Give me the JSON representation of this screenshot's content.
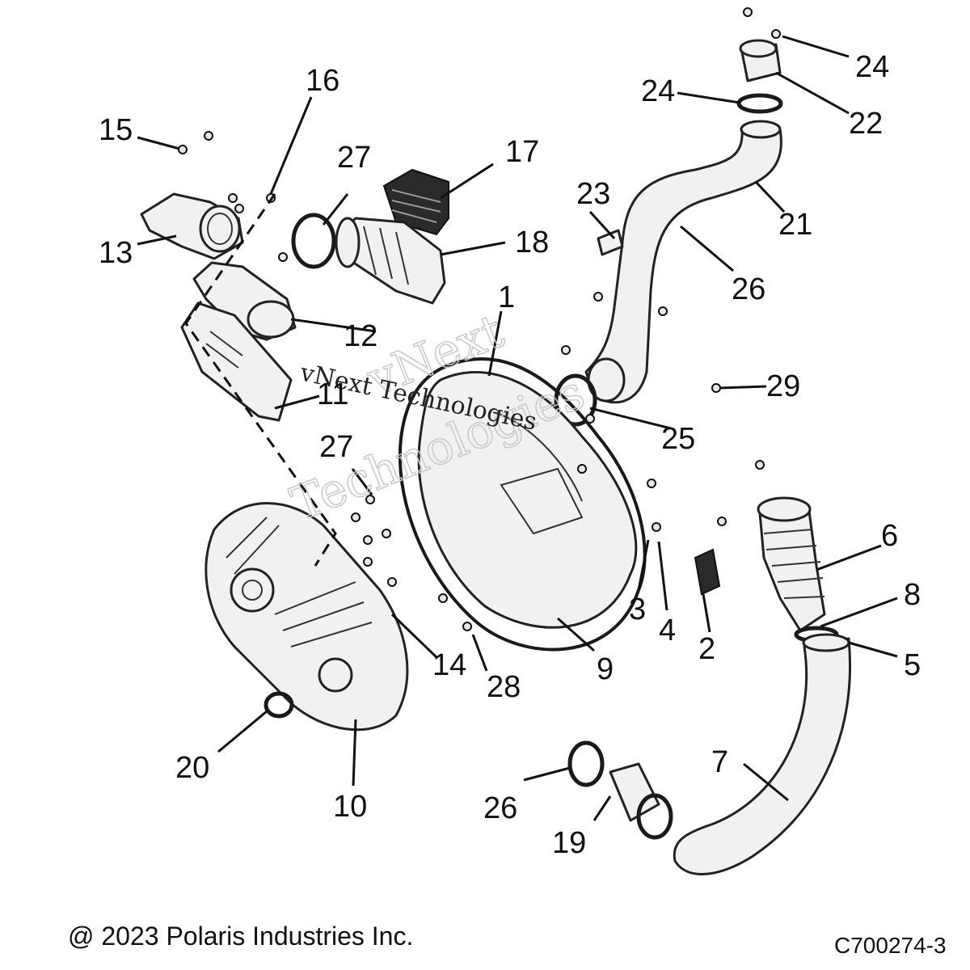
{
  "diagram": {
    "callouts": [
      "1",
      "2",
      "3",
      "4",
      "5",
      "6",
      "7",
      "8",
      "9",
      "10",
      "11",
      "12",
      "13",
      "14",
      "15",
      "16",
      "17",
      "18",
      "19",
      "20",
      "21",
      "22",
      "23",
      "24",
      "24",
      "25",
      "26",
      "26",
      "27",
      "27",
      "28",
      "29"
    ],
    "watermark": {
      "line1": "vNext",
      "line2": "Technologies",
      "small": "vNext Technologies"
    }
  },
  "footer": {
    "copyright": "@ 2023 Polaris Industries Inc.",
    "drawing_code": "C700274-3"
  }
}
